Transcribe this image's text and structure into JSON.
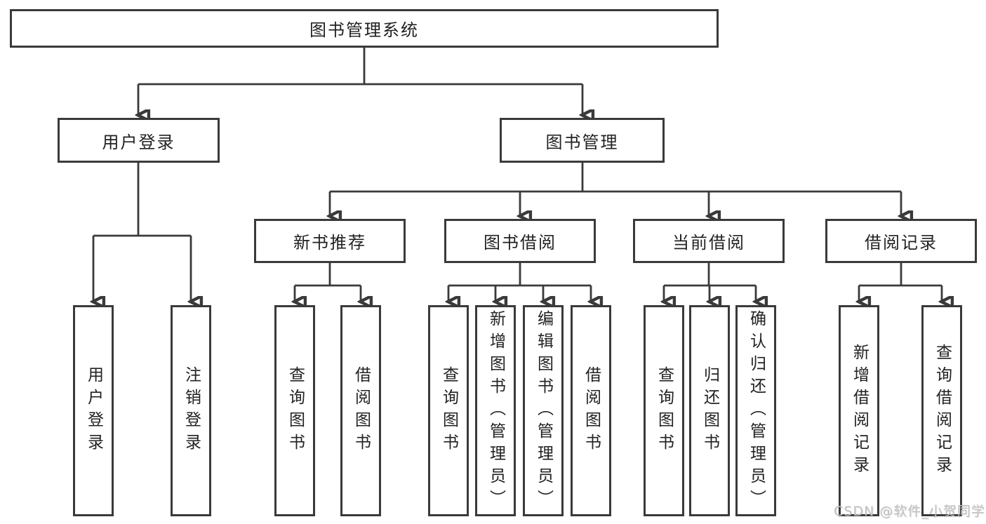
{
  "colors": {
    "line": "#3a3a3a",
    "box_border": "#3a3a3a",
    "text": "#222222",
    "watermark": "#c2c2c2",
    "background": "#ffffff"
  },
  "tree": {
    "root": {
      "label": "图书管理系统"
    },
    "branches": [
      {
        "label": "用户登录",
        "children": [
          {
            "label": "用户登录"
          },
          {
            "label": "注销登录"
          }
        ]
      },
      {
        "label": "图书管理",
        "groups": [
          {
            "label": "新书推荐",
            "children": [
              {
                "label": "查询图书"
              },
              {
                "label": "借阅图书"
              }
            ]
          },
          {
            "label": "图书借阅",
            "children": [
              {
                "label": "查询图书"
              },
              {
                "label": "新增图书（管理员）"
              },
              {
                "label": "编辑图书（管理员）"
              },
              {
                "label": "借阅图书"
              }
            ]
          },
          {
            "label": "当前借阅",
            "children": [
              {
                "label": "查询图书"
              },
              {
                "label": "归还图书"
              },
              {
                "label": "确认归还（管理员）"
              }
            ]
          },
          {
            "label": "借阅记录",
            "children": [
              {
                "label": "新增借阅记录"
              },
              {
                "label": "查询借阅记录"
              }
            ]
          }
        ]
      }
    ]
  },
  "watermark": {
    "text": "CSDN @软件_小贺同学"
  }
}
